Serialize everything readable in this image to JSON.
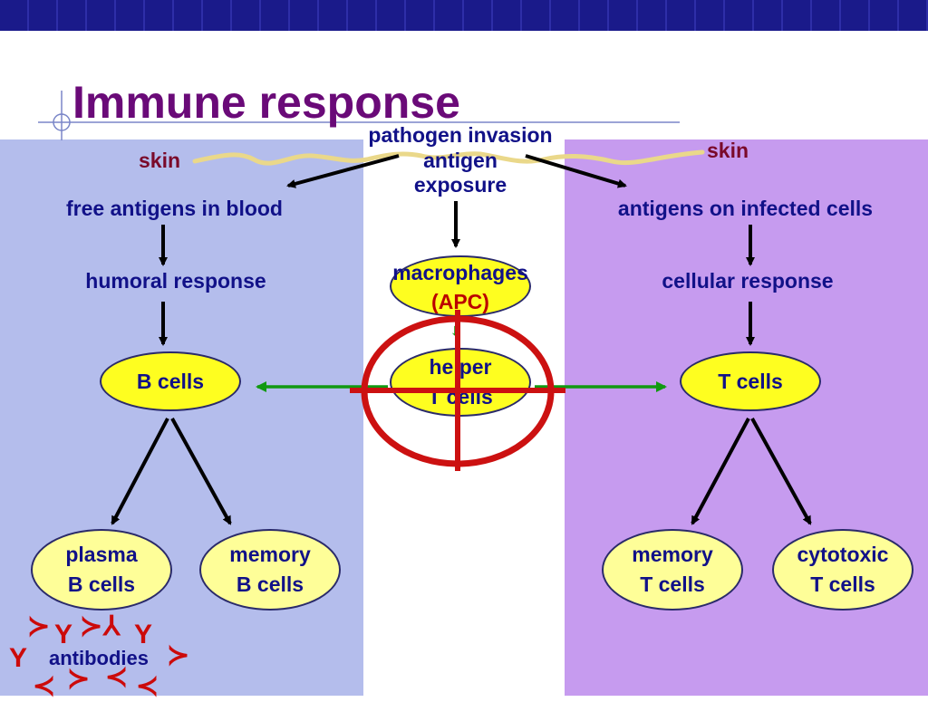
{
  "title": "Immune response",
  "skin_left": "skin",
  "skin_right": "skin",
  "top": {
    "line1": "pathogen invasion",
    "line2": "antigen",
    "line3": "exposure"
  },
  "left": {
    "antigens": "free antigens in blood",
    "response": "humoral response",
    "cells": "B cells",
    "plasma_1": "plasma",
    "plasma_2": "B cells",
    "memory_1": "memory",
    "memory_2": "B cells",
    "antibodies": "antibodies"
  },
  "center": {
    "macro_1": "macrophages",
    "macro_2": "(APC)",
    "helper_1": "helper",
    "helper_2": "T cells"
  },
  "right": {
    "antigens": "antigens on infected cells",
    "response": "cellular response",
    "cells": "T cells",
    "memory_1": "memory",
    "memory_2": "T cells",
    "cyto_1": "cytotoxic",
    "cyto_2": "T cells"
  },
  "colors": {
    "title": "#6a0a78",
    "label": "#111188",
    "skin": "#7a0a2a",
    "left_panel": "#b4bdec",
    "right_panel": "#c69bef",
    "target": "#cc1111",
    "green_arrow": "#119911"
  }
}
